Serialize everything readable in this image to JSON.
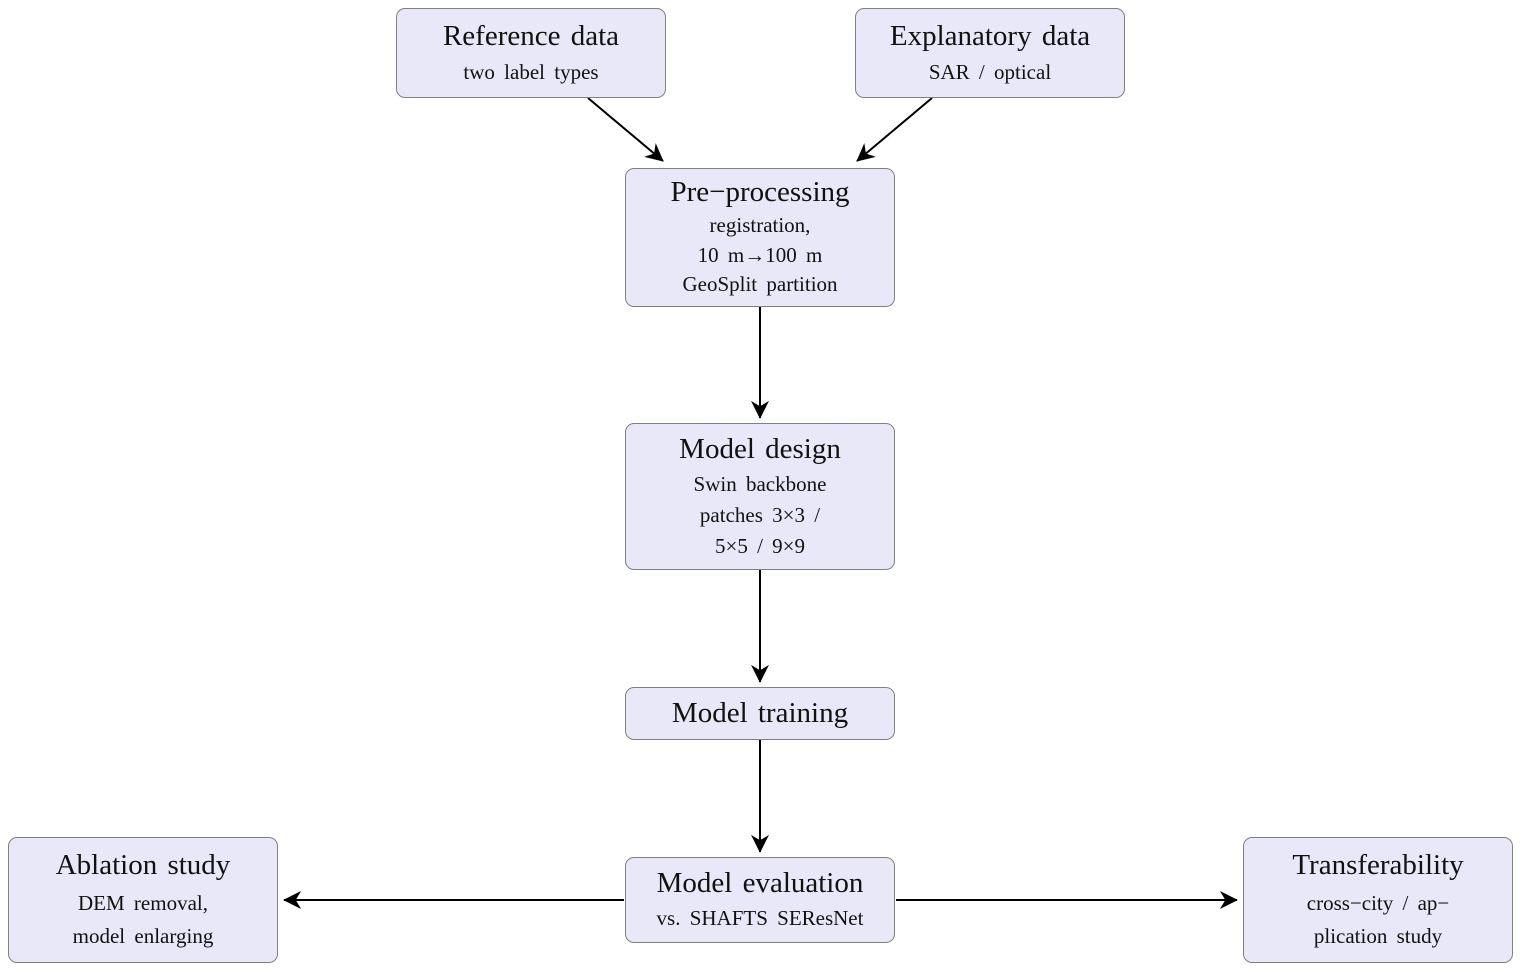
{
  "diagram": {
    "background": "#ffffff",
    "node_fill": "#e8e8f8",
    "node_border": "#808080",
    "arrow_color": "#000000",
    "nodes": {
      "reference_data": {
        "title": "Reference data",
        "lines": [
          "two label types"
        ]
      },
      "explanatory_data": {
        "title": "Explanatory data",
        "lines": [
          "SAR / optical"
        ]
      },
      "preprocessing": {
        "title": "Pre−processing",
        "lines": [
          "registration,",
          "10 m→100 m",
          "GeoSplit partition"
        ]
      },
      "model_design": {
        "title": "Model design",
        "lines": [
          "Swin backbone",
          "patches 3×3 /",
          "5×5 / 9×9"
        ]
      },
      "model_training": {
        "title": "Model training",
        "lines": []
      },
      "model_evaluation": {
        "title": "Model evaluation",
        "lines": [
          "vs. SHAFTS SEResNet"
        ]
      },
      "ablation_study": {
        "title": "Ablation study",
        "lines": [
          "DEM removal,",
          "model enlarging"
        ]
      },
      "transferability": {
        "title": "Transferability",
        "lines": [
          "cross−city / ap−",
          "plication study"
        ]
      }
    },
    "edges": [
      {
        "from": "reference_data",
        "to": "preprocessing"
      },
      {
        "from": "explanatory_data",
        "to": "preprocessing"
      },
      {
        "from": "preprocessing",
        "to": "model_design"
      },
      {
        "from": "model_design",
        "to": "model_training"
      },
      {
        "from": "model_training",
        "to": "model_evaluation"
      },
      {
        "from": "model_evaluation",
        "to": "ablation_study"
      },
      {
        "from": "model_evaluation",
        "to": "transferability"
      }
    ]
  }
}
